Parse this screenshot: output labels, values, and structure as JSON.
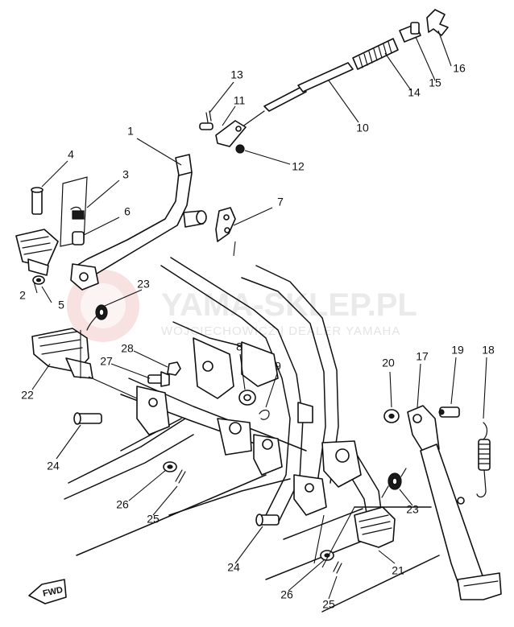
{
  "watermark": {
    "brand": "YAMA-SKLEP.PL",
    "subtitle": "WOJCIECHOWICZ | DEALER YAMAHA",
    "logo_color": "#e8a0a0"
  },
  "direction_marker": "FWD",
  "callouts": [
    {
      "id": "c1",
      "label": "1"
    },
    {
      "id": "c2",
      "label": "2"
    },
    {
      "id": "c3",
      "label": "3"
    },
    {
      "id": "c4",
      "label": "4"
    },
    {
      "id": "c5",
      "label": "5"
    },
    {
      "id": "c6",
      "label": "6"
    },
    {
      "id": "c7",
      "label": "7"
    },
    {
      "id": "c8",
      "label": "8"
    },
    {
      "id": "c9",
      "label": "9"
    },
    {
      "id": "c10",
      "label": "10"
    },
    {
      "id": "c11",
      "label": "11"
    },
    {
      "id": "c12",
      "label": "12"
    },
    {
      "id": "c13",
      "label": "13"
    },
    {
      "id": "c14",
      "label": "14"
    },
    {
      "id": "c15",
      "label": "15"
    },
    {
      "id": "c16",
      "label": "16"
    },
    {
      "id": "c17",
      "label": "17"
    },
    {
      "id": "c18",
      "label": "18"
    },
    {
      "id": "c19",
      "label": "19"
    },
    {
      "id": "c20",
      "label": "20"
    },
    {
      "id": "c21",
      "label": "21"
    },
    {
      "id": "c22",
      "label": "22"
    },
    {
      "id": "c23a",
      "label": "23"
    },
    {
      "id": "c23b",
      "label": "23"
    },
    {
      "id": "c24a",
      "label": "24"
    },
    {
      "id": "c24b",
      "label": "24"
    },
    {
      "id": "c25a",
      "label": "25"
    },
    {
      "id": "c25b",
      "label": "25"
    },
    {
      "id": "c26a",
      "label": "26"
    },
    {
      "id": "c26b",
      "label": "26"
    },
    {
      "id": "c27",
      "label": "27"
    },
    {
      "id": "c28",
      "label": "28"
    }
  ]
}
